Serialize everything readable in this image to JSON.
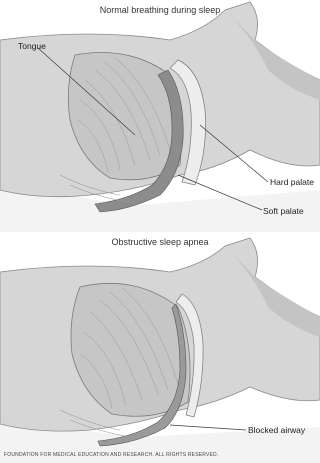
{
  "top_panel": {
    "title": "Normal breathing during sleep",
    "labels": {
      "tongue": "Tongue",
      "hard_palate": "Hard palate",
      "soft_palate": "Soft palate"
    }
  },
  "bottom_panel": {
    "title": "Obstructive sleep apnea",
    "labels": {
      "blocked_airway": "Blocked airway"
    }
  },
  "footer": "FOUNDATION FOR MEDICAL EDUCATION AND RESEARCH. ALL RIGHTS RESERVED.",
  "colors": {
    "skin": "#d9d9d9",
    "skin_shadow": "#b8b8b8",
    "tongue": "#c9c9c9",
    "airway": "#8f8f8f",
    "pillow": "#f2f2f2",
    "line": "#3a3a3a"
  }
}
